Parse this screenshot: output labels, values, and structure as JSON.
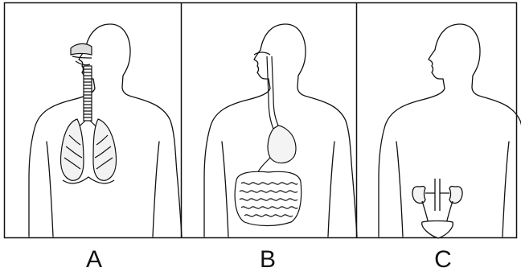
{
  "panels": [
    {
      "label": "A",
      "organ": "respiratory-system"
    },
    {
      "label": "B",
      "organ": "digestive-system"
    },
    {
      "label": "C",
      "organ": "urinary-system"
    }
  ],
  "colors": {
    "stroke": "#111111",
    "background": "#ffffff"
  }
}
